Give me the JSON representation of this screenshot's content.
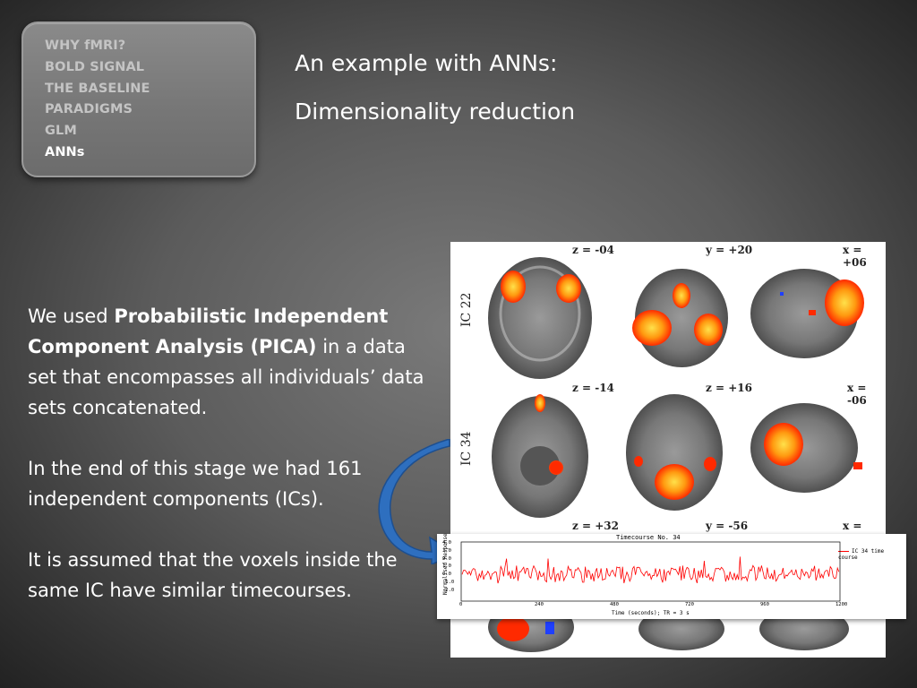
{
  "nav": {
    "items": [
      {
        "label": "WHY fMRI?",
        "active": false
      },
      {
        "label": "BOLD SIGNAL",
        "active": false
      },
      {
        "label": "THE BASELINE",
        "active": false
      },
      {
        "label": "PARADIGMS",
        "active": false
      },
      {
        "label": "GLM",
        "active": false
      },
      {
        "label": "ANNs",
        "active": true
      }
    ]
  },
  "slide": {
    "title": "An example with ANNs:",
    "subtitle": "Dimensionality reduction"
  },
  "body": {
    "p1_pre": "We used ",
    "p1_bold": "Probabilistic Independent Component Analysis  (PICA)",
    "p1_post": " in a data set that encompasses all individuals’ data sets concatenated.",
    "p2": "In the end of this stage we had 161 independent components (ICs).",
    "p3": "It is assumed that the voxels inside the same IC have similar timecourses."
  },
  "figure": {
    "ic_labels": [
      "IC 22",
      "IC 34"
    ],
    "row1_coords": [
      "z = -04",
      "y = +20",
      "x = +06"
    ],
    "row2_coords": [
      "z = -14",
      "z = +16",
      "x = -06"
    ],
    "row3_coords": [
      "z = +32",
      "y = -56",
      "x = +06"
    ],
    "colors": {
      "activation_hot": "#ff2a00",
      "activation_core": "#ffd21a",
      "activation_neg": "#1f3fff",
      "arrow": "#2e6fbf"
    }
  },
  "timecourse": {
    "title": "Timecourse No. 34",
    "legend": "IC 34 time course",
    "ylabel": "Normalised Response",
    "xlabel": "Time (seconds); TR = 3 s",
    "y_ticks": [
      "4.0",
      "3.0",
      "2.0",
      "1.0",
      "0.0",
      "-1.0",
      "-2.0"
    ],
    "x_ticks": [
      "0",
      "240",
      "480",
      "720",
      "960",
      "1200"
    ],
    "line_color": "#ff0000"
  }
}
